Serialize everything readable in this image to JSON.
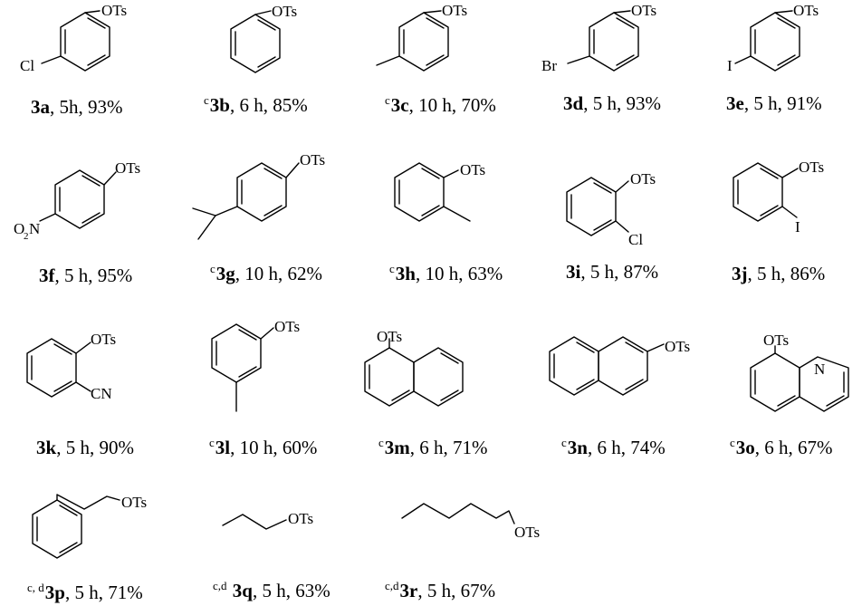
{
  "compounds": [
    {
      "id": "3a",
      "sup": "",
      "cond": ", 5h, 93%",
      "subs": [
        "OTs",
        "Cl"
      ]
    },
    {
      "id": "3b",
      "sup": "c",
      "cond": ", 6 h, 85%",
      "subs": [
        "OTs"
      ]
    },
    {
      "id": "3c",
      "sup": "c",
      "cond": ", 10 h, 70%",
      "subs": [
        "OTs"
      ]
    },
    {
      "id": "3d",
      "sup": "",
      "cond": ", 5 h, 93%",
      "subs": [
        "OTs",
        "Br"
      ]
    },
    {
      "id": "3e",
      "sup": "",
      "cond": ", 5 h, 91%",
      "subs": [
        "OTs",
        "I"
      ]
    },
    {
      "id": "3f",
      "sup": "",
      "cond": ", 5 h, 95%",
      "subs": [
        "OTs",
        "O",
        "2",
        "N"
      ]
    },
    {
      "id": "3g",
      "sup": "c",
      "cond": ", 10 h, 62%",
      "subs": [
        "OTs"
      ]
    },
    {
      "id": "3h",
      "sup": "c",
      "cond": ", 10 h, 63%",
      "subs": [
        "OTs"
      ]
    },
    {
      "id": "3i",
      "sup": "",
      "cond": ", 5 h, 87%",
      "subs": [
        "OTs",
        "Cl"
      ]
    },
    {
      "id": "3j",
      "sup": "",
      "cond": ", 5 h, 86%",
      "subs": [
        "OTs",
        "I"
      ]
    },
    {
      "id": "3k",
      "sup": "",
      "cond": ", 5 h, 90%",
      "subs": [
        "OTs",
        "CN"
      ]
    },
    {
      "id": "3l",
      "sup": "c",
      "cond": ", 10 h, 60%",
      "subs": [
        "OTs"
      ]
    },
    {
      "id": "3m",
      "sup": "c",
      "cond": ", 6 h, 71%",
      "subs": [
        "OTs"
      ]
    },
    {
      "id": "3n",
      "sup": "c",
      "cond": ", 6 h, 74%",
      "subs": [
        "OTs"
      ]
    },
    {
      "id": "3o",
      "sup": "c",
      "cond": ", 6 h, 67%",
      "subs": [
        "OTs",
        "N"
      ]
    },
    {
      "id": "3p",
      "sup": "c, d",
      "cond": ", 5 h, 71%",
      "subs": [
        "OTs"
      ]
    },
    {
      "id": "3q",
      "sup": "c,d",
      "cond": ", 5 h, 63%",
      "subs": [
        "OTs"
      ]
    },
    {
      "id": "3r",
      "sup": "c,d",
      "cond": ", 5 h, 67%",
      "subs": [
        "OTs"
      ]
    }
  ]
}
